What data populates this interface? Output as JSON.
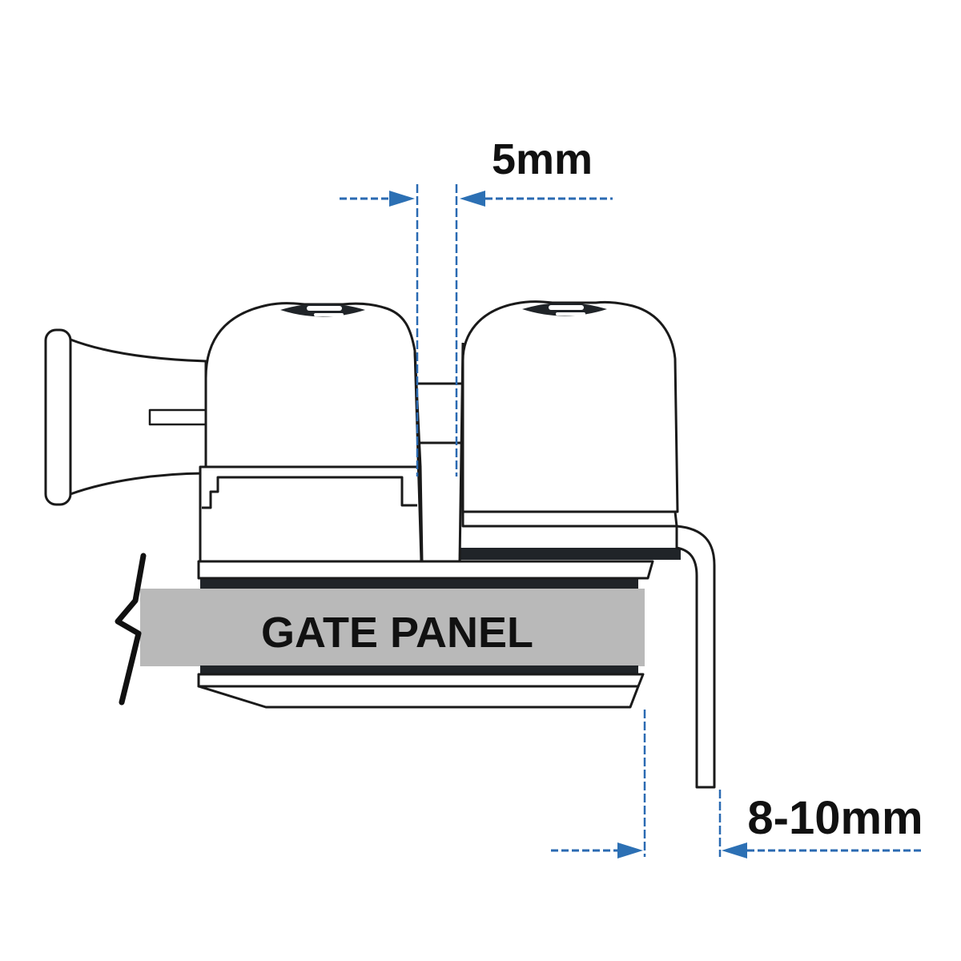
{
  "diagram": {
    "type": "gate-latch-installation-dimension-diagram",
    "labels": {
      "top_dimension": "5mm",
      "panel": "GATE PANEL",
      "bottom_dimension": "8-10mm"
    },
    "colors": {
      "line": "#1a1a1a",
      "dimension_blue": "#2a6ab2",
      "arrow_blue": "#2c70b4",
      "panel_gray": "#b9b9b9",
      "pad_dark": "#202428",
      "text": "#111111",
      "background": "#ffffff"
    },
    "parts": [
      "pull-knob",
      "latch-body",
      "striker-body",
      "latch-gap",
      "gate-panel",
      "rubber-pads",
      "mounting-plates",
      "striker-bracket",
      "panel-break-line"
    ]
  }
}
